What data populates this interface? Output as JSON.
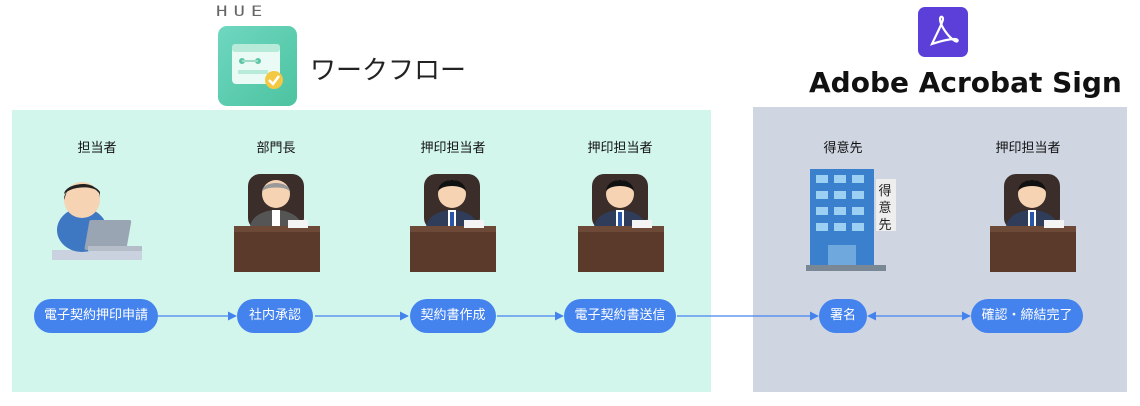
{
  "brands": {
    "hue": {
      "logo_text": "HUE",
      "title": "ワークフロー",
      "color": "#4cc3a0"
    },
    "adobe": {
      "title": "Adobe Acrobat Sign",
      "color": "#5b3fd8"
    }
  },
  "panels": {
    "hue_color": "#d3f6ec",
    "adobe_color": "#cfd6e2"
  },
  "roles": [
    "担当者",
    "部門長",
    "押印担当者",
    "押印担当者",
    "得意先",
    "押印担当者"
  ],
  "building_sign": [
    "得",
    "意",
    "先"
  ],
  "steps": [
    "電子契約押印申請",
    "社内承認",
    "契約書作成",
    "電子契約書送信",
    "署名",
    "確認・締結完了"
  ],
  "colors": {
    "accent": "#4483ee",
    "desk": "#5b3a2b"
  }
}
